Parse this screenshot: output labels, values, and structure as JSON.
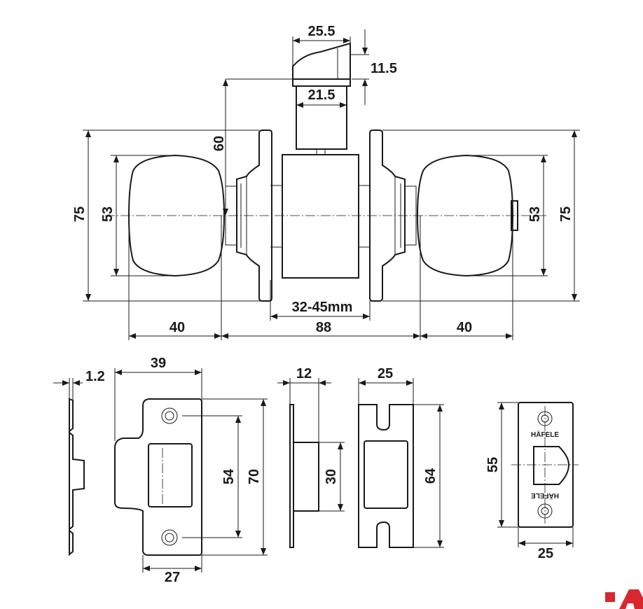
{
  "dimensions": {
    "latch_face_width": "25.5",
    "latch_bolt_height": "11.5",
    "latch_body_width": "21.5",
    "backset": "60",
    "rose_diameter_left": "75",
    "knob_diameter_left": "53",
    "knob_diameter_right": "53",
    "rose_diameter_right": "75",
    "door_thickness": "32-45mm",
    "knob_projection_left": "40",
    "overall_between_knobs": "88",
    "knob_projection_right": "40",
    "strike_plate_thickness": "1.2",
    "strike_plate_width": "39",
    "strike_plate_inner_width": "27",
    "strike_plate_hole_spacing": "54",
    "strike_plate_height": "70",
    "strike_box_depth": "12",
    "strike_box_height": "30",
    "dust_box_width": "25",
    "dust_box_height": "64",
    "faceplate_height": "55",
    "faceplate_width": "25"
  },
  "brand": {
    "faceplate_label_top": "HÄFELE",
    "faceplate_label_bottom": "HÄFELE"
  },
  "colors": {
    "line": "#1a1a1a",
    "logo_red": "#d7282f"
  }
}
